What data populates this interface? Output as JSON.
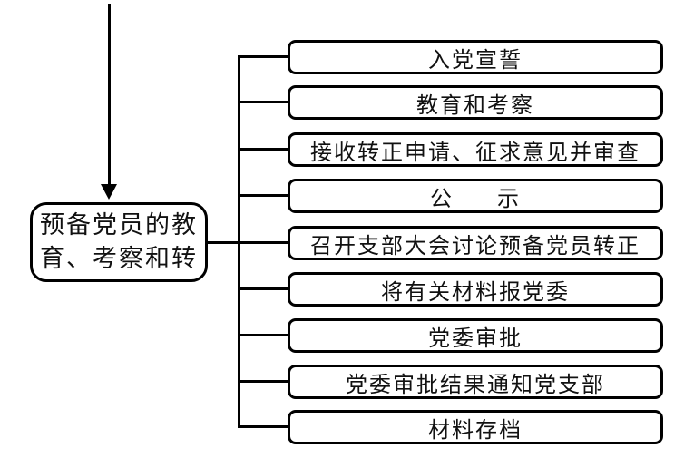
{
  "diagram": {
    "root": {
      "label_line1": "预备党员的教",
      "label_line2": "育、考察和转"
    },
    "steps": [
      {
        "label": "入党宣誓"
      },
      {
        "label": "教育和考察"
      },
      {
        "label": "接收转正申请、征求意见并审查"
      },
      {
        "label": "公      示"
      },
      {
        "label": "召开支部大会讨论预备党员转正"
      },
      {
        "label": "将有关材料报党委"
      },
      {
        "label": "党委审批"
      },
      {
        "label": "党委审批结果通知党支部"
      },
      {
        "label": "材料存档"
      }
    ],
    "colors": {
      "line": "#000000",
      "text": "#111111",
      "background": "#ffffff"
    }
  }
}
